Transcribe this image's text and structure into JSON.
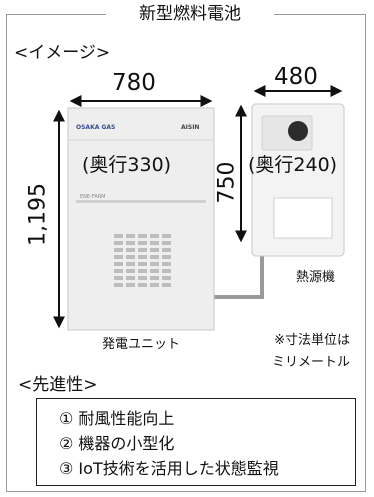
{
  "title": "新型燃料電池",
  "image_label": "<イメージ>",
  "dimensions": {
    "unit_width": "780",
    "unit_height": "1,195",
    "unit_depth": "(奥行330)",
    "heater_width": "480",
    "heater_height": "750",
    "heater_depth": "(奥行240)"
  },
  "unit_logos": {
    "left": "OSAKA GAS",
    "right": "AISIN",
    "panel": "ENE-FARM"
  },
  "captions": {
    "power_unit": "発電ユニット",
    "heat_source": "熱源機"
  },
  "note_lines": [
    "※寸法単位は",
    "ミリメートル"
  ],
  "advantages_label": "<先進性>",
  "advantages": [
    "① 耐風性能向上",
    "② 機器の小型化",
    "③ IoT技術を活用した状態監視"
  ]
}
